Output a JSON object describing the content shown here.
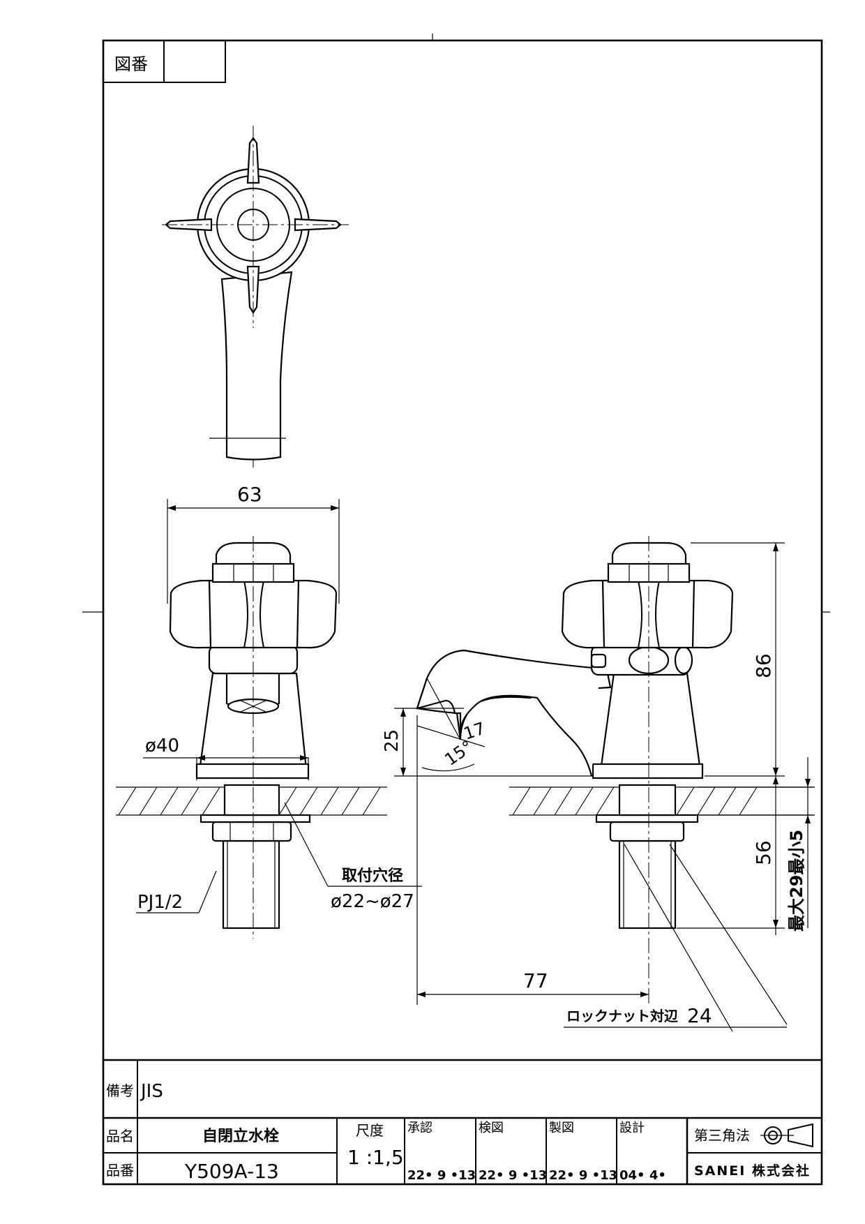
{
  "title_block": {
    "drawing_number_label": "図番",
    "drawing_number_value": "",
    "remarks_label": "備考",
    "remarks_value": "JIS",
    "product_name_label": "品名",
    "product_name_value": "自閉立水栓",
    "product_code_label": "品番",
    "product_code_value": "Y509A-13",
    "scale_label": "尺度",
    "scale_value": "1 :1,5",
    "approved_label": "承認",
    "approved_date": "22• 9 •13",
    "checked_label": "検図",
    "checked_date": "22• 9 •13",
    "drawn_label": "製図",
    "drawn_date": "22• 9 •13",
    "designed_label": "設計",
    "designed_date": "04• 4•",
    "projection_label": "第三角法",
    "company": "SANEI 株式会社"
  },
  "dimensions": {
    "width_63": "63",
    "height_86": "86",
    "diameter_40": "ø40",
    "spout_25": "25",
    "spout_17": "17",
    "angle_15": "15°",
    "thread": "PJ1/2",
    "mount_hole_label": "取付穴径",
    "mount_hole_value": "ø22~ø27",
    "reach_77": "77",
    "shank_56": "56",
    "thickness_range": "最大29最小5",
    "locknut_label": "ロックナット対辺",
    "locknut_value": "24"
  }
}
